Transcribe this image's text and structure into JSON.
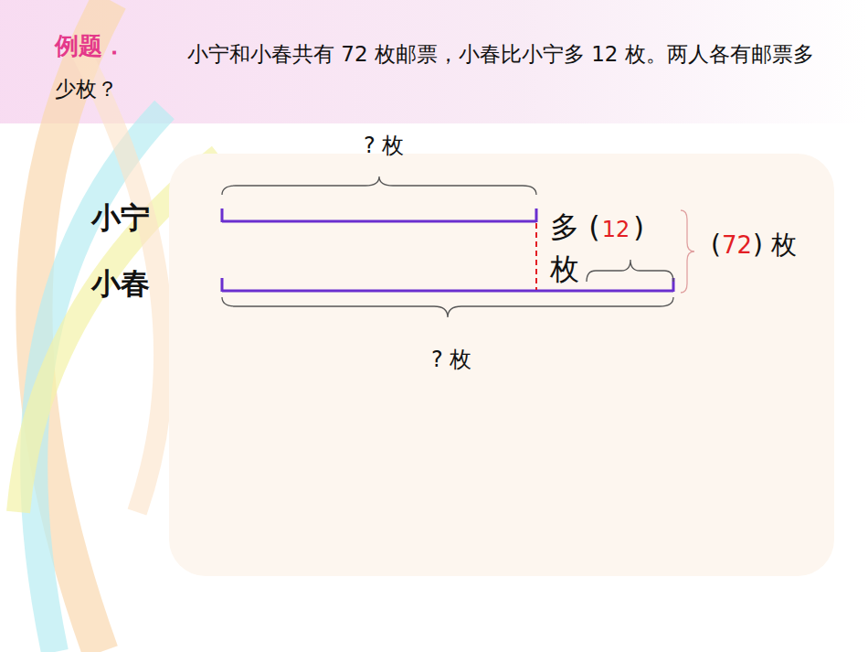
{
  "diagram": {
    "title": "例题．",
    "labels": [
      "小宁和小春共有 72 枚邮票，小春比小宁多 12 枚。两人各有邮票多少枚？",
      "? 枚",
      "小宁",
      "小春",
      "多 (",
      "12",
      ")",
      "枚",
      "(",
      "72",
      ") 枚",
      "? 枚"
    ]
  }
}
